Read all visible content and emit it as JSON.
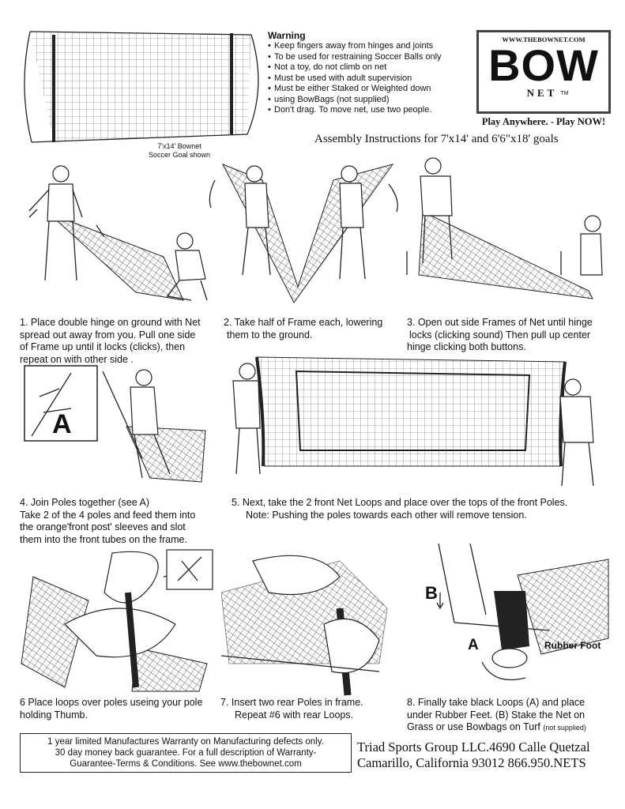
{
  "goal_caption": [
    "7'x14' Bownet",
    "Soccer Goal shown"
  ],
  "warning": {
    "title": "Warning",
    "items": [
      "Keep fingers away from hinges and joints",
      "To be used for restraining  Soccer Balls only",
      "Not a toy, do not climb on net",
      "Must be used with adult supervision",
      "Must be either Staked or Weighted down",
      "Don't drag. To move net, use two people."
    ],
    "item5_cont": "using BowBags (not supplied)"
  },
  "logo": {
    "url": "WWW.THEBOWNET.COM",
    "brand": "BOW",
    "sub": "NET",
    "tm": "TM",
    "tagline": "Play Anywhere. - Play NOW!"
  },
  "heading": "Assembly Instructions for 7'x14' and 6'6\"x18' goals",
  "steps": {
    "s1": [
      "1. Place double hinge on ground with Net",
      "spread out away from you. Pull one side",
      "of Frame up until it locks (clicks), then",
      "repeat on with other side ."
    ],
    "s2": [
      "2. Take half of Frame each, lowering",
      "them to the ground."
    ],
    "s3": [
      "3. Open out side Frames of Net until hinge",
      "locks (clicking sound) Then pull up center",
      "hinge clicking both buttons."
    ],
    "s4": [
      "4. Join Poles together (see A)",
      "Take 2 of the 4 poles and feed them into",
      "the orange'front post' sleeves and slot",
      "them into the front tubes on the frame."
    ],
    "s5": [
      "5. Next, take the 2 front Net Loops and place over the tops of the front Poles.",
      "Note: Pushing the poles towards each other will remove tension."
    ],
    "s6": [
      "6 Place loops over poles useing your pole",
      "holding Thumb."
    ],
    "s7": [
      "7. Insert two rear Poles in frame.",
      "Repeat #6 with rear Loops."
    ],
    "s8": [
      "8. Finally take black Loops (A) and place",
      "under Rubber Feet. (B) Stake  the Net on",
      "Grass or use Bowbags on Turf"
    ],
    "s8_small": "(not supplied)"
  },
  "labels": {
    "a_inset": "A",
    "a_step8": "A",
    "b_step8": "B",
    "rubber_foot": "Rubber Foot"
  },
  "warranty": [
    "1 year limited Manufactures Warranty on Manufacturing defects only.",
    "30 day money back guarantee. For a full description of Warranty-",
    "Guarantee-Terms & Conditions. See www.thebownet.com"
  ],
  "company": [
    "Triad Sports Group LLC.4690 Calle Quetzal",
    "Camarillo, California 93012   866.950.NETS"
  ]
}
